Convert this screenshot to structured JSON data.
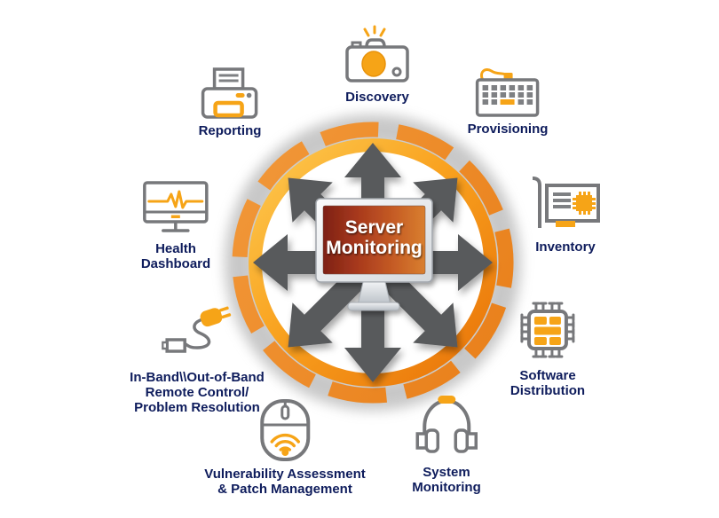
{
  "diagram_title": "Server Monitoring",
  "center": {
    "lines": [
      "Server",
      "Monitoring"
    ]
  },
  "nodes": [
    {
      "id": "discovery",
      "icon": "camera-icon",
      "lines": [
        "Discovery"
      ]
    },
    {
      "id": "provisioning",
      "icon": "keyboard-icon",
      "lines": [
        "Provisioning"
      ]
    },
    {
      "id": "inventory",
      "icon": "network-card-icon",
      "lines": [
        "Inventory"
      ]
    },
    {
      "id": "software-distribution",
      "icon": "cpu-chip-icon",
      "lines": [
        "Software",
        "Distribution"
      ]
    },
    {
      "id": "system-monitoring",
      "icon": "headphones-icon",
      "lines": [
        "System",
        "Monitoring"
      ]
    },
    {
      "id": "vulnerability-patch",
      "icon": "wireless-mouse-icon",
      "lines": [
        "Vulnerability Assessment",
        "& Patch Management"
      ]
    },
    {
      "id": "remote-control",
      "icon": "power-plug-icon",
      "lines": [
        "In-Band\\\\Out-of-Band",
        "Remote Control/",
        "Problem Resolution"
      ]
    },
    {
      "id": "health-dashboard",
      "icon": "monitor-pulse-icon",
      "lines": [
        "Health",
        "Dashboard"
      ]
    },
    {
      "id": "reporting",
      "icon": "printer-icon",
      "lines": [
        "Reporting"
      ]
    }
  ],
  "colors": {
    "label_navy": "#0E1C5C",
    "icon_orange": "#F6A417",
    "icon_gray": "#77787B",
    "ring_gold": "#FDCA51",
    "ring_orange": "#F7941E",
    "ring_deep_orange": "#E87107",
    "arrow_gray": "#595A5C",
    "screen_red": "#7E2115",
    "screen_orange": "#D97F2F"
  }
}
